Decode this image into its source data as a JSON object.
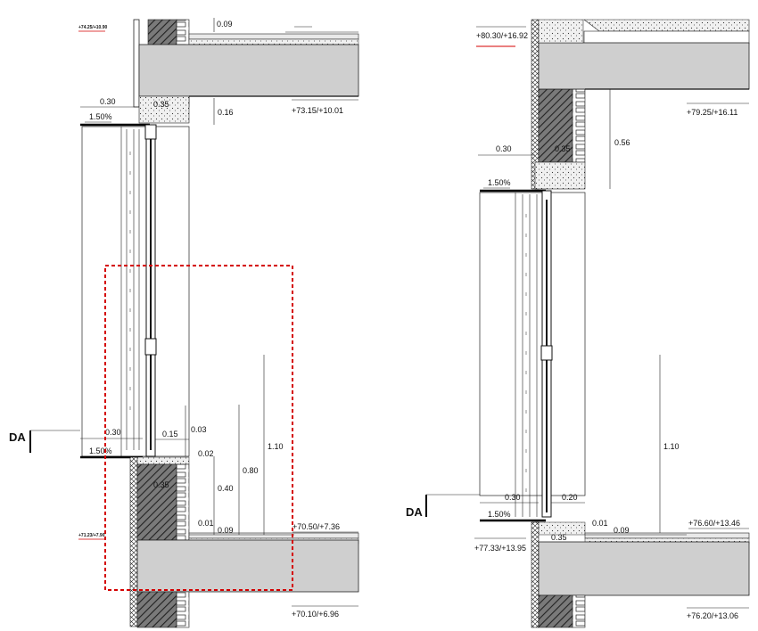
{
  "left": {
    "levels": {
      "top_small": "+74.25/+10.90",
      "upper_slab": "+73.15/+10.01",
      "lower_small": "+71.23/+7.90",
      "floor": "+70.50/+7.36",
      "bottom": "+70.10/+6.96"
    },
    "dims": {
      "d009_top": "0.09",
      "d030_head": "0.30",
      "d035_head": "0.35",
      "d016": "0.16",
      "d030_sill": "0.30",
      "d015": "0.15",
      "d003": "0.03",
      "d002": "0.02",
      "d035_sill": "0.35",
      "d040": "0.40",
      "d080": "0.80",
      "d110": "1.10",
      "d001": "0.01",
      "d009_floor": "0.09"
    },
    "slopes": {
      "head": "1.50%",
      "sill": "1.50%"
    },
    "section_label": "DA"
  },
  "right": {
    "levels": {
      "top": "+80.30/+16.92",
      "upper_slab": "+79.25/+16.11",
      "floor": "+76.60/+13.46",
      "lower": "+77.33/+13.95",
      "bottom": "+76.20/+13.06"
    },
    "dims": {
      "d030_head": "0.30",
      "d035_head": "0.35",
      "d056": "0.56",
      "d110": "1.10",
      "d030_sill": "0.30",
      "d020": "0.20",
      "d001": "0.01",
      "d009": "0.09",
      "d035_low": "0.35"
    },
    "slopes": {
      "head": "1.50%",
      "sill": "1.50%"
    },
    "section_label": "DA"
  },
  "colors": {
    "highlight": "#d40000",
    "level_mark": "#d40000"
  }
}
